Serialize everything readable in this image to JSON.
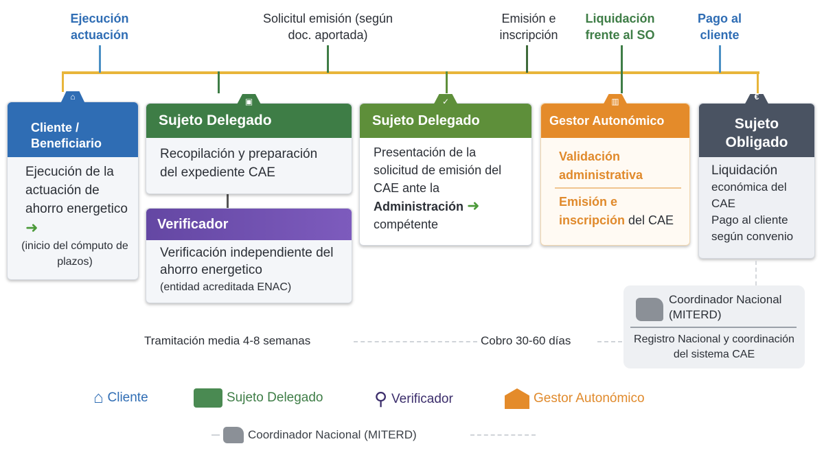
{
  "timeline": {
    "labels": [
      {
        "text": "Ejecución actuación",
        "color": "#2f6db4"
      },
      {
        "text": "Solicitul emisión (según doc. aportada)",
        "color": "#2b2f36"
      },
      {
        "text": "Emisión e inscripción",
        "color": "#2b2f36"
      },
      {
        "text": "Liquidación frente al SO",
        "color": "#3e7d46"
      },
      {
        "text": "Pago al cliente",
        "color": "#2f6db4"
      }
    ],
    "line_color": "#e8b53a"
  },
  "cards": {
    "cliente": {
      "title": "Cliente / Beneficiario",
      "icon": "house-icon",
      "color": "#2f6db4",
      "body": "Ejecución de la actuación de ahorro energetico",
      "note": "(inicio del cómputo de plazos)"
    },
    "sujeto1": {
      "title": "Sujeto Delegado",
      "icon": "briefcase-icon",
      "color": "#3e7d46",
      "body": "Recopilación y preparación del expediente CAE"
    },
    "verificador": {
      "title": "Verificador",
      "color": "#6a4aa8",
      "body": "Verificación independiente del ahorro energetico",
      "note": "(entidad acreditada ENAC)"
    },
    "sujeto2": {
      "title": "Sujeto Delegado",
      "icon": "shield-check-icon",
      "color": "#5e8f3a",
      "body_pre": "Presentación de la solicitud de emisión del CAE ante la ",
      "body_bold": "Administración",
      "body_post": " compétente"
    },
    "gestor": {
      "title": "Gestor Autonómico",
      "icon": "bank-icon",
      "color": "#e48b2a",
      "item1": "Validación administrativa",
      "item2_bold": "Emisión e inscripción",
      "item2_rest": " del CAE"
    },
    "obligado": {
      "title": "Sujeto Obligado",
      "icon": "euro-icon",
      "color": "#4a5362",
      "body1": "Liquidación",
      "body2": "económica del CAE",
      "body3": "Pago al cliente según convenio"
    },
    "coordinador": {
      "title": "Coordinador Nacional (MITERD)",
      "body": "Registro Nacional y coordinación del sistema CAE"
    }
  },
  "durations": {
    "tramitacion": "Tramitación media 4-8 semanas",
    "cobro": "Cobro 30-60 días"
  },
  "legend": {
    "items": [
      {
        "label": "Cliente",
        "color": "#2f6db4"
      },
      {
        "label": "Sujeto Delegado",
        "color": "#3e7d46"
      },
      {
        "label": "Verificador",
        "color": "#3b2d6b"
      },
      {
        "label": "Gestor Autonómico",
        "color": "#e48b2a"
      }
    ],
    "coordinador": "Coordinador Nacional (MITERD)"
  }
}
